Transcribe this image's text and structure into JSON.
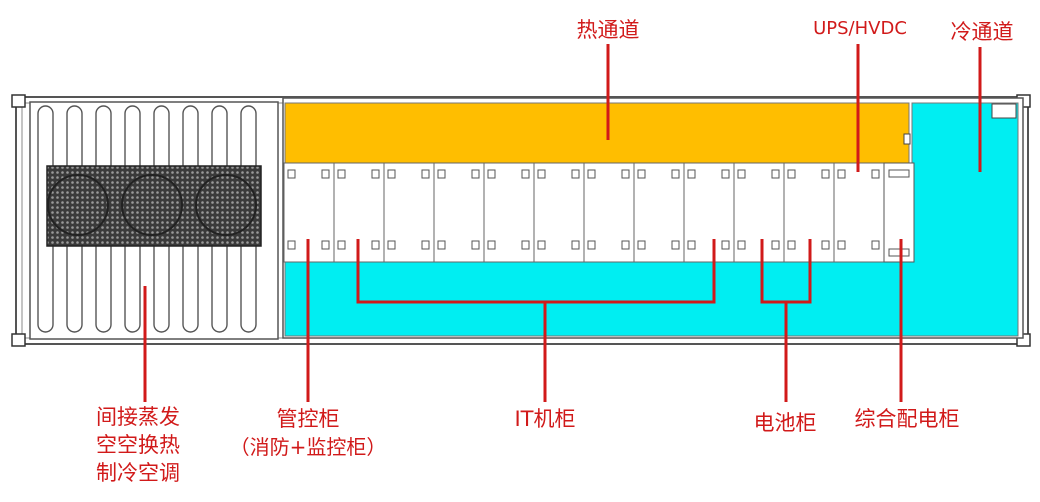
{
  "labels": {
    "hot_aisle": "热通道",
    "ups_hvdc": "UPS/HVDC",
    "cold_aisle": "冷通道",
    "ac_line1": "间接蒸发",
    "ac_line2": "空空换热",
    "ac_line3": "制冷空调",
    "mgmt_line1": "管控柜",
    "mgmt_line2": "（消防+监控柜）",
    "it_cabinet": "IT机柜",
    "battery_cabinet": "电池柜",
    "power_dist_cabinet": "综合配电柜"
  },
  "colors": {
    "hot_aisle": "#ffbe00",
    "cold_aisle": "#00eef2",
    "annotation": "#d11a1a",
    "outline": "#555555"
  }
}
